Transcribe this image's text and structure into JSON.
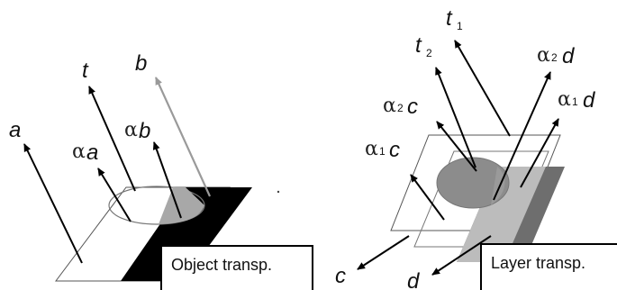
{
  "left": {
    "labels": {
      "a": "a",
      "t": "t",
      "b": "b",
      "alpha_a_alpha": "α",
      "alpha_a_var": "a",
      "alpha_b_alpha": "α",
      "alpha_b_var": "b"
    },
    "caption": "Object transp."
  },
  "right": {
    "labels": {
      "t1": "t",
      "t1_sub": "1",
      "t2": "t",
      "t2_sub": "2",
      "a2c_alpha": "α",
      "a2c_sub": "2",
      "a2c_var": "c",
      "a1c_alpha": "α",
      "a1c_sub": "1",
      "a1c_var": "c",
      "a2d_alpha": "α",
      "a2d_sub": "2",
      "a2d_var": "d",
      "a1d_alpha": "α",
      "a1d_sub": "1",
      "a1d_var": "d",
      "c": "c",
      "d": "d"
    },
    "caption": "Layer transp."
  },
  "colors": {
    "black": "#000000",
    "gray_arrow": "#9a9a9a",
    "light_gray": "#bdbdbd",
    "mid_gray": "#8c8c8c",
    "dark_gray": "#6e6e6e"
  }
}
